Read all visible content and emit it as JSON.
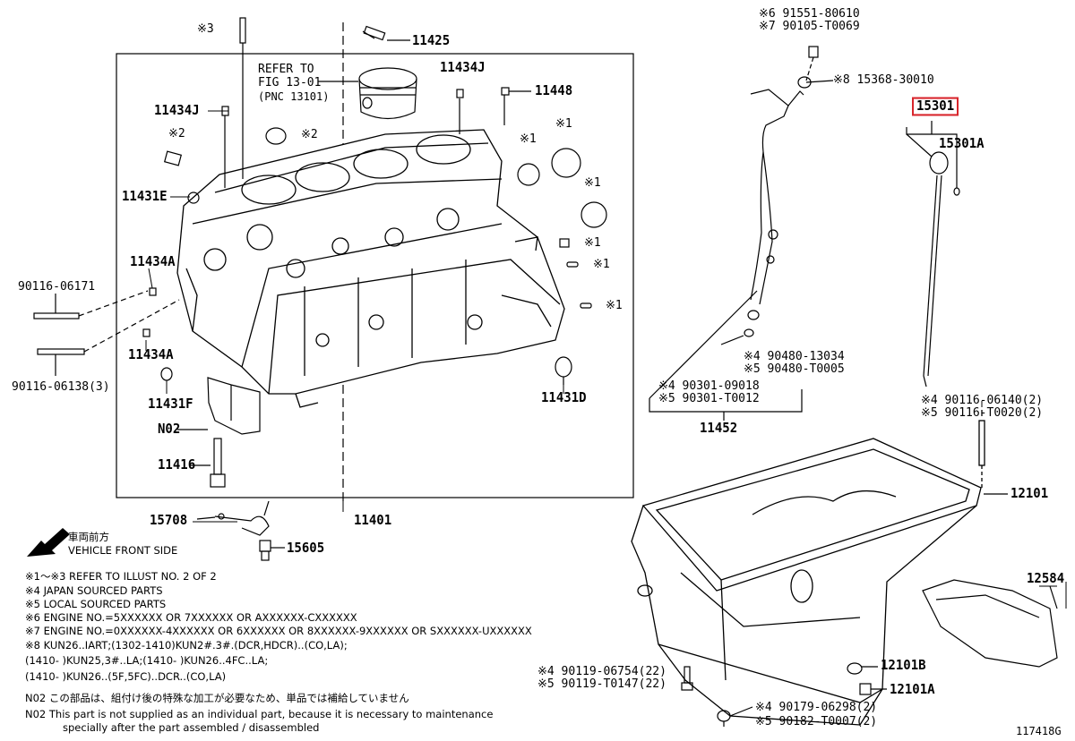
{
  "labels": {
    "p11425": "11425",
    "refer_1": "REFER TO",
    "refer_2": "FIG 13-01",
    "refer_3": "(PNC 13101)",
    "p11434j_top": "11434J",
    "p11448": "11448",
    "p11434j_left": "11434J",
    "mark_x3": "※3",
    "mark_x2a": "※2",
    "mark_x2b": "※2",
    "mark_x1a": "※1",
    "mark_x1b": "※1",
    "mark_x1c": "※1",
    "mark_x1d": "※1",
    "mark_x1e": "※1",
    "p11431e": "11431E",
    "p11434a_top": "11434A",
    "p90116_06171": "90116-06171",
    "p11434a_bot": "11434A",
    "p90116_06138": "90116-06138(3)",
    "p11431f": "11431F",
    "pN02": "N02",
    "p11416": "11416",
    "p11431d": "11431D",
    "p15708": "15708",
    "p11401": "11401",
    "p15605": "15605",
    "p91551": "※6 91551-80610",
    "p90105": "※7 90105-T0069",
    "p15368": "※8 15368-30010",
    "p15301": "15301",
    "p15301a": "15301A",
    "p90480_13034": "※4 90480-13034",
    "p90480_T0005": "※5 90480-T0005",
    "p90301_09018": "※4 90301-09018",
    "p90301_T0012": "※5 90301-T0012",
    "p11452": "11452",
    "p90116_06140": "※4 90116-06140(2)",
    "p90116_T0020": "※5 90116-T0020(2)",
    "p12101": "12101",
    "p12584": "12584",
    "p90119_06754": "※4 90119-06754(22)",
    "p90119_T0147": "※5 90119-T0147(22)",
    "p12101b": "12101B",
    "p12101a": "12101A",
    "p90179_06298": "※4 90179-06298(2)",
    "p90182_T0007": "※5 90182-T0007(2)",
    "figure_id": "117418G"
  },
  "front": {
    "jp": "車両前方",
    "en": "VEHICLE FRONT SIDE"
  },
  "notes": [
    "※1～※3  REFER TO ILLUST NO. 2 OF 2",
    "※4 JAPAN SOURCED PARTS",
    "※5 LOCAL SOURCED PARTS",
    "※6 ENGINE NO.=5XXXXXX OR 7XXXXXX OR AXXXXXX-CXXXXXX",
    "※7 ENGINE NO.=0XXXXXX-4XXXXXX OR 6XXXXXX OR 8XXXXXX-9XXXXXX OR SXXXXXX-UXXXXXX",
    "※8 KUN26..IART;(1302-1410)KUN2#.3#.(DCR,HDCR)..(CO,LA);",
    "(1410-          )KUN25,3#..LA;(1410-          )KUN26..4FC..LA;",
    "(1410-          )KUN26..(5F,5FC)..DCR..(CO,LA)",
    "N02   この部品は、組付け後の特殊な加工が必要なため、単品では補給していません",
    "N02   This part is not supplied as an individual part, because it is necessary to maintenance",
    "specially after the part assembled / disassembled"
  ]
}
